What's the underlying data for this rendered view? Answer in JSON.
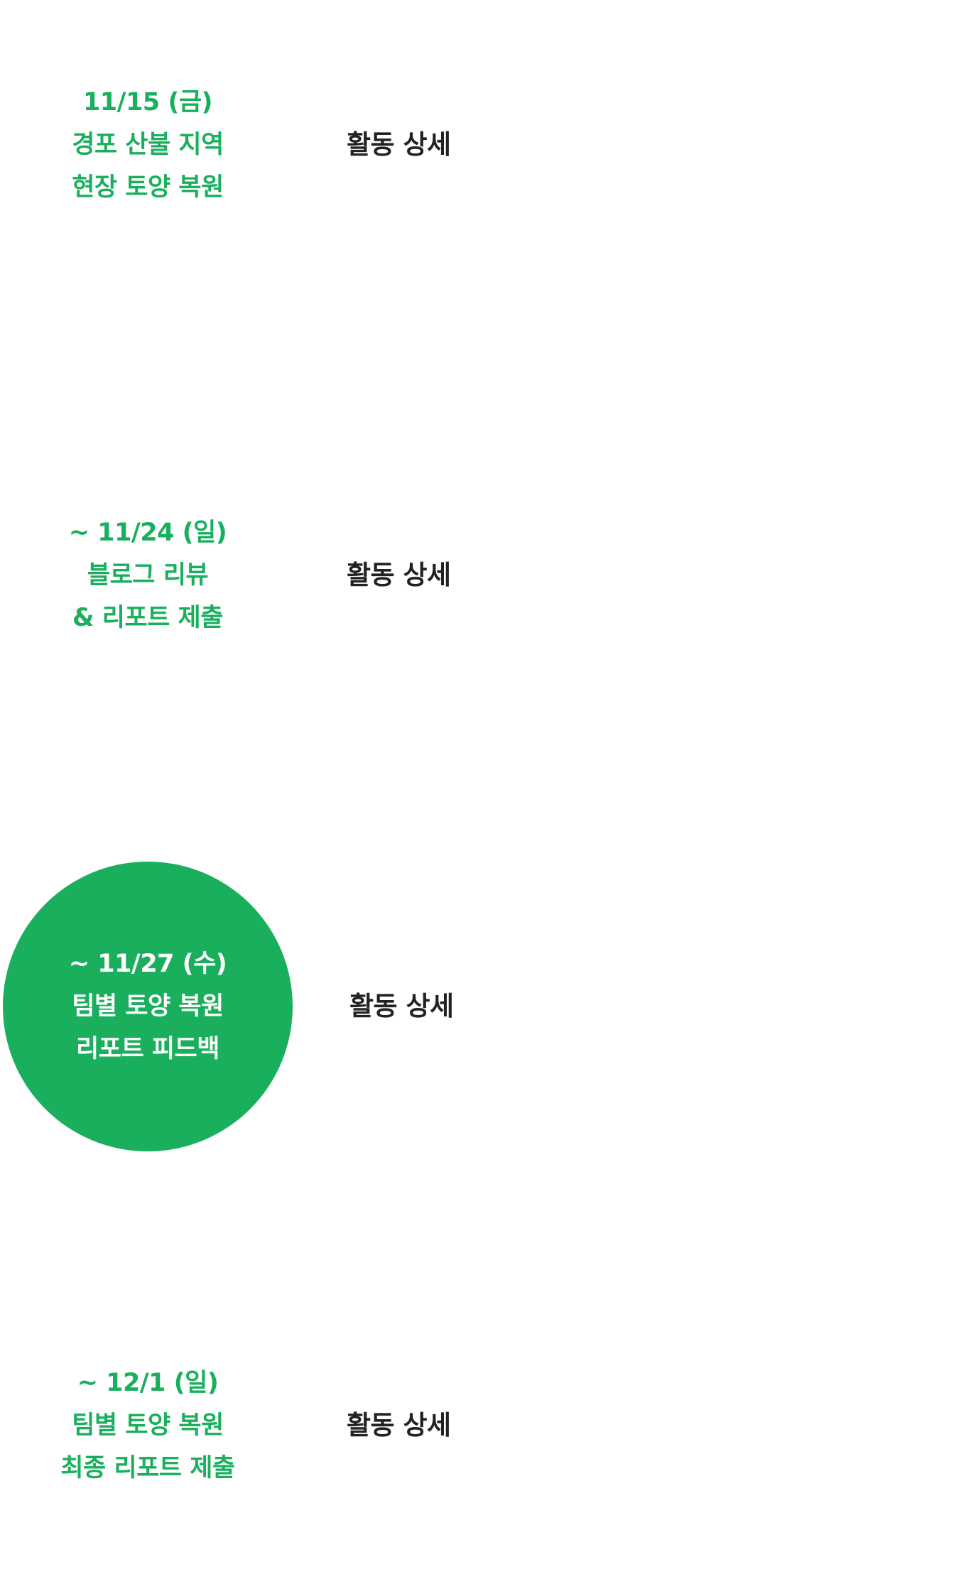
{
  "colors": {
    "accent": "#1aaf5d",
    "detail_text": "#222222",
    "background": "#ffffff"
  },
  "steps": [
    {
      "date": "11/15 (금)",
      "line1": "경포 산불 지역",
      "line2": "현장 토양 복원",
      "detail_label": "활동 상세",
      "active": false
    },
    {
      "date": "~ 11/24 (일)",
      "line1": "블로그 리뷰",
      "line2": "& 리포트 제출",
      "detail_label": "활동 상세",
      "active": false
    },
    {
      "date": "~ 11/27 (수)",
      "line1": "팀별 토양 복원",
      "line2": "리포트 피드백",
      "detail_label": "활동 상세",
      "active": true
    },
    {
      "date": "~ 12/1 (일)",
      "line1": "팀별 토양 복원",
      "line2": "최종 리포트 제출",
      "detail_label": "활동 상세",
      "active": false
    }
  ]
}
